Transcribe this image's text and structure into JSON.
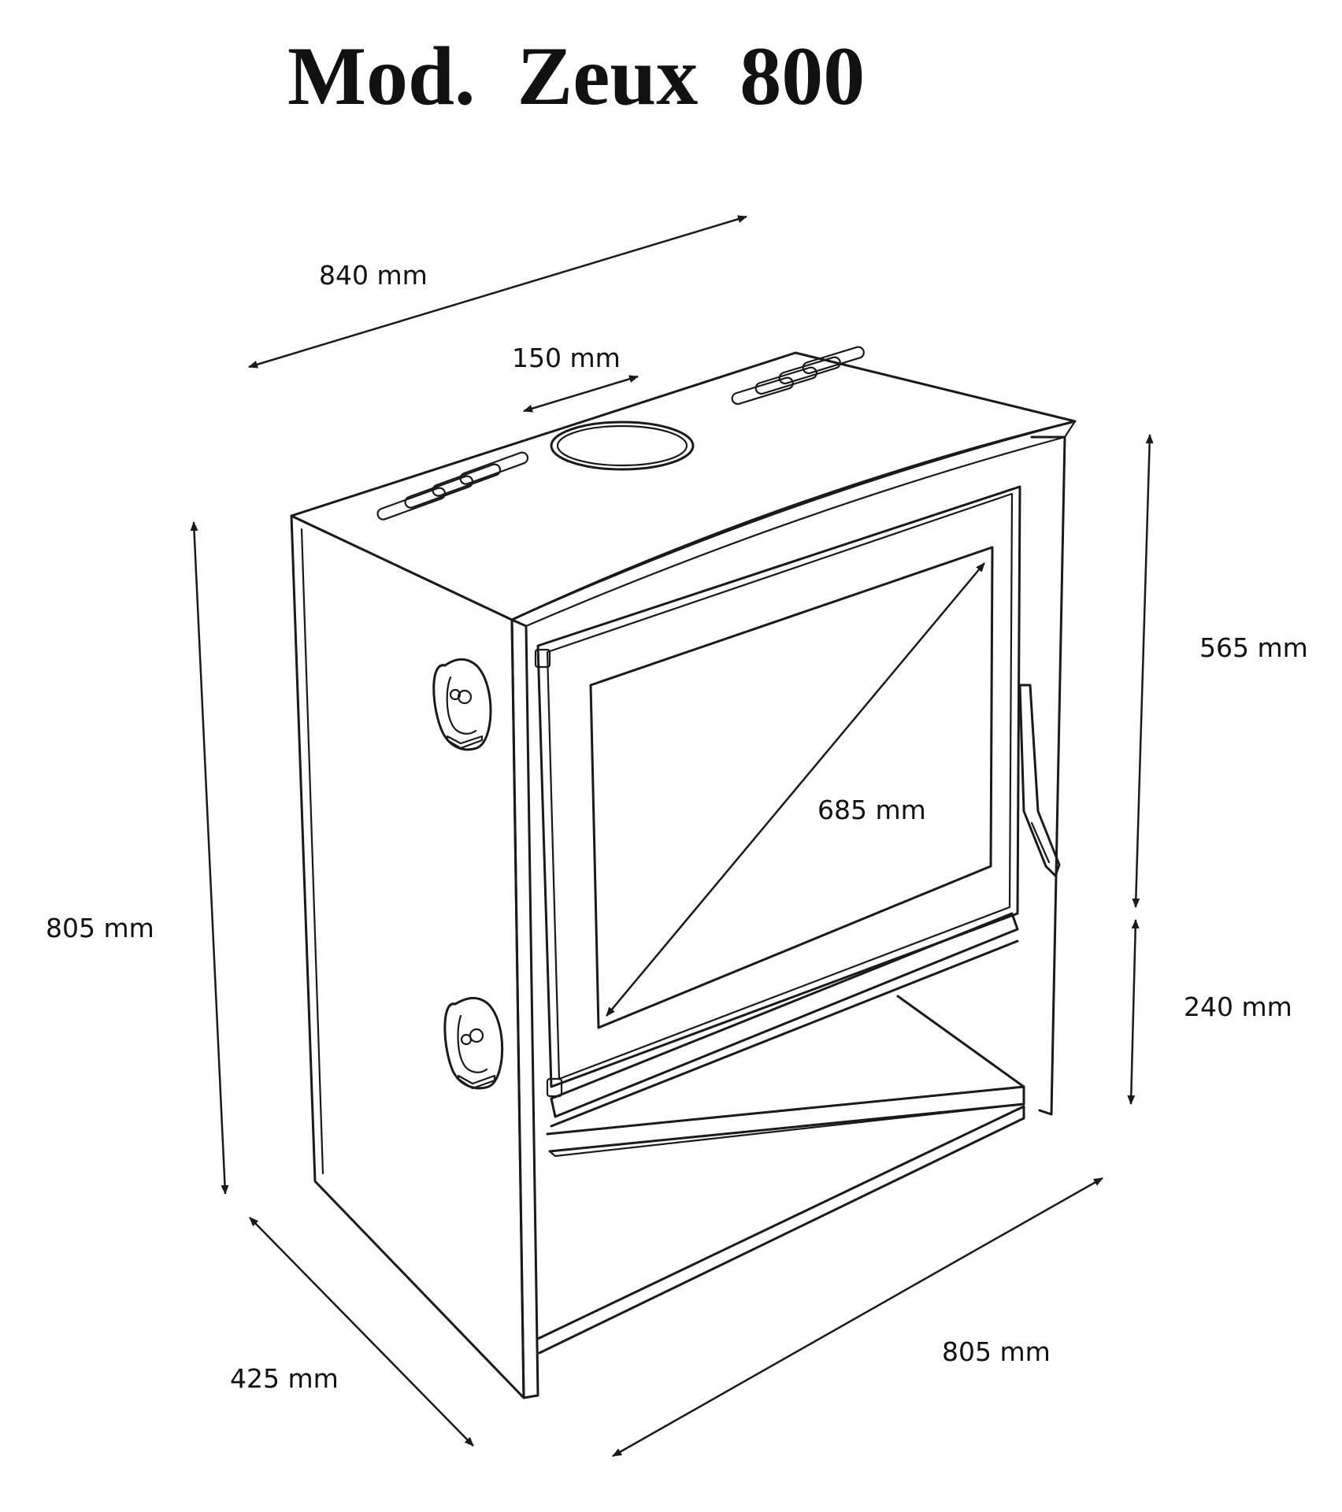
{
  "title": "Mod.  Zeux  800",
  "dimensions": {
    "top_width": "840 mm",
    "flue": "150 mm",
    "glass_diagonal": "685 mm",
    "upper_height": "565 mm",
    "lower_height": "240 mm",
    "total_height": "805 mm",
    "depth": "425 mm",
    "front_width": "805 mm"
  },
  "colors": {
    "line": "#1a1a1a",
    "background": "#ffffff"
  }
}
